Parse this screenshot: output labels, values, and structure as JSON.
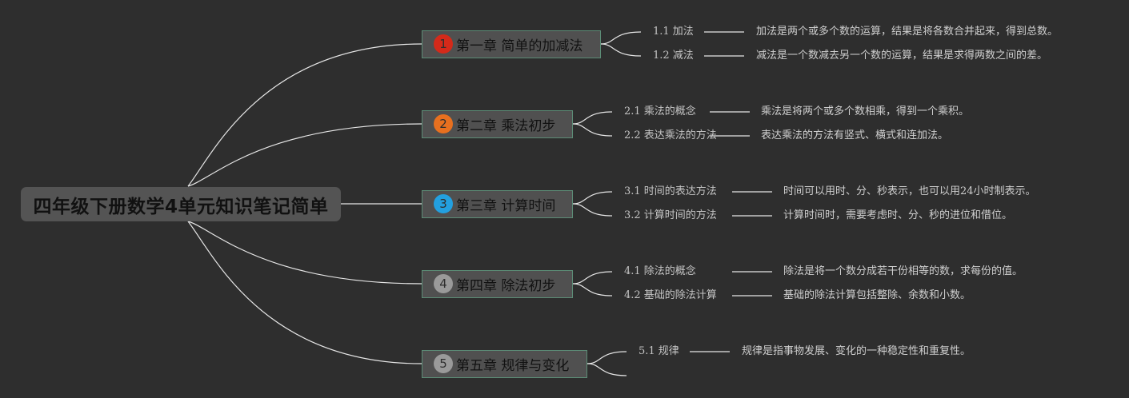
{
  "root": {
    "title": "四年级下册数学4单元知识笔记简单"
  },
  "colors": {
    "background": "#2e2e2e",
    "line": "#e6e6e6",
    "chapter_badges": [
      "#d42a1a",
      "#e8701f",
      "#23a0e0",
      "#9a9a9a",
      "#9a9a9a"
    ]
  },
  "chapters": [
    {
      "number": "1",
      "title": "第一章 简单的加减法",
      "topics": [
        {
          "label": "1.1 加法",
          "desc": "加法是两个或多个数的运算，结果是将各数合并起来，得到总数。"
        },
        {
          "label": "1.2 减法",
          "desc": "减法是一个数减去另一个数的运算，结果是求得两数之间的差。"
        }
      ]
    },
    {
      "number": "2",
      "title": "第二章 乘法初步",
      "topics": [
        {
          "label": "2.1 乘法的概念",
          "desc": "乘法是将两个或多个数相乘，得到一个乘积。"
        },
        {
          "label": "2.2 表达乘法的方法",
          "desc": "表达乘法的方法有竖式、横式和连加法。"
        }
      ]
    },
    {
      "number": "3",
      "title": "第三章 计算时间",
      "topics": [
        {
          "label": "3.1 时间的表达方法",
          "desc": "时间可以用时、分、秒表示，也可以用24小时制表示。"
        },
        {
          "label": "3.2 计算时间的方法",
          "desc": "计算时间时，需要考虑时、分、秒的进位和借位。"
        }
      ]
    },
    {
      "number": "4",
      "title": "第四章 除法初步",
      "topics": [
        {
          "label": "4.1 除法的概念",
          "desc": "除法是将一个数分成若干份相等的数，求每份的值。"
        },
        {
          "label": "4.2 基础的除法计算",
          "desc": "基础的除法计算包括整除、余数和小数。"
        }
      ]
    },
    {
      "number": "5",
      "title": "第五章 规律与变化",
      "topics": [
        {
          "label": "5.1 规律",
          "desc": "规律是指事物发展、变化的一种稳定性和重复性。"
        }
      ]
    }
  ]
}
